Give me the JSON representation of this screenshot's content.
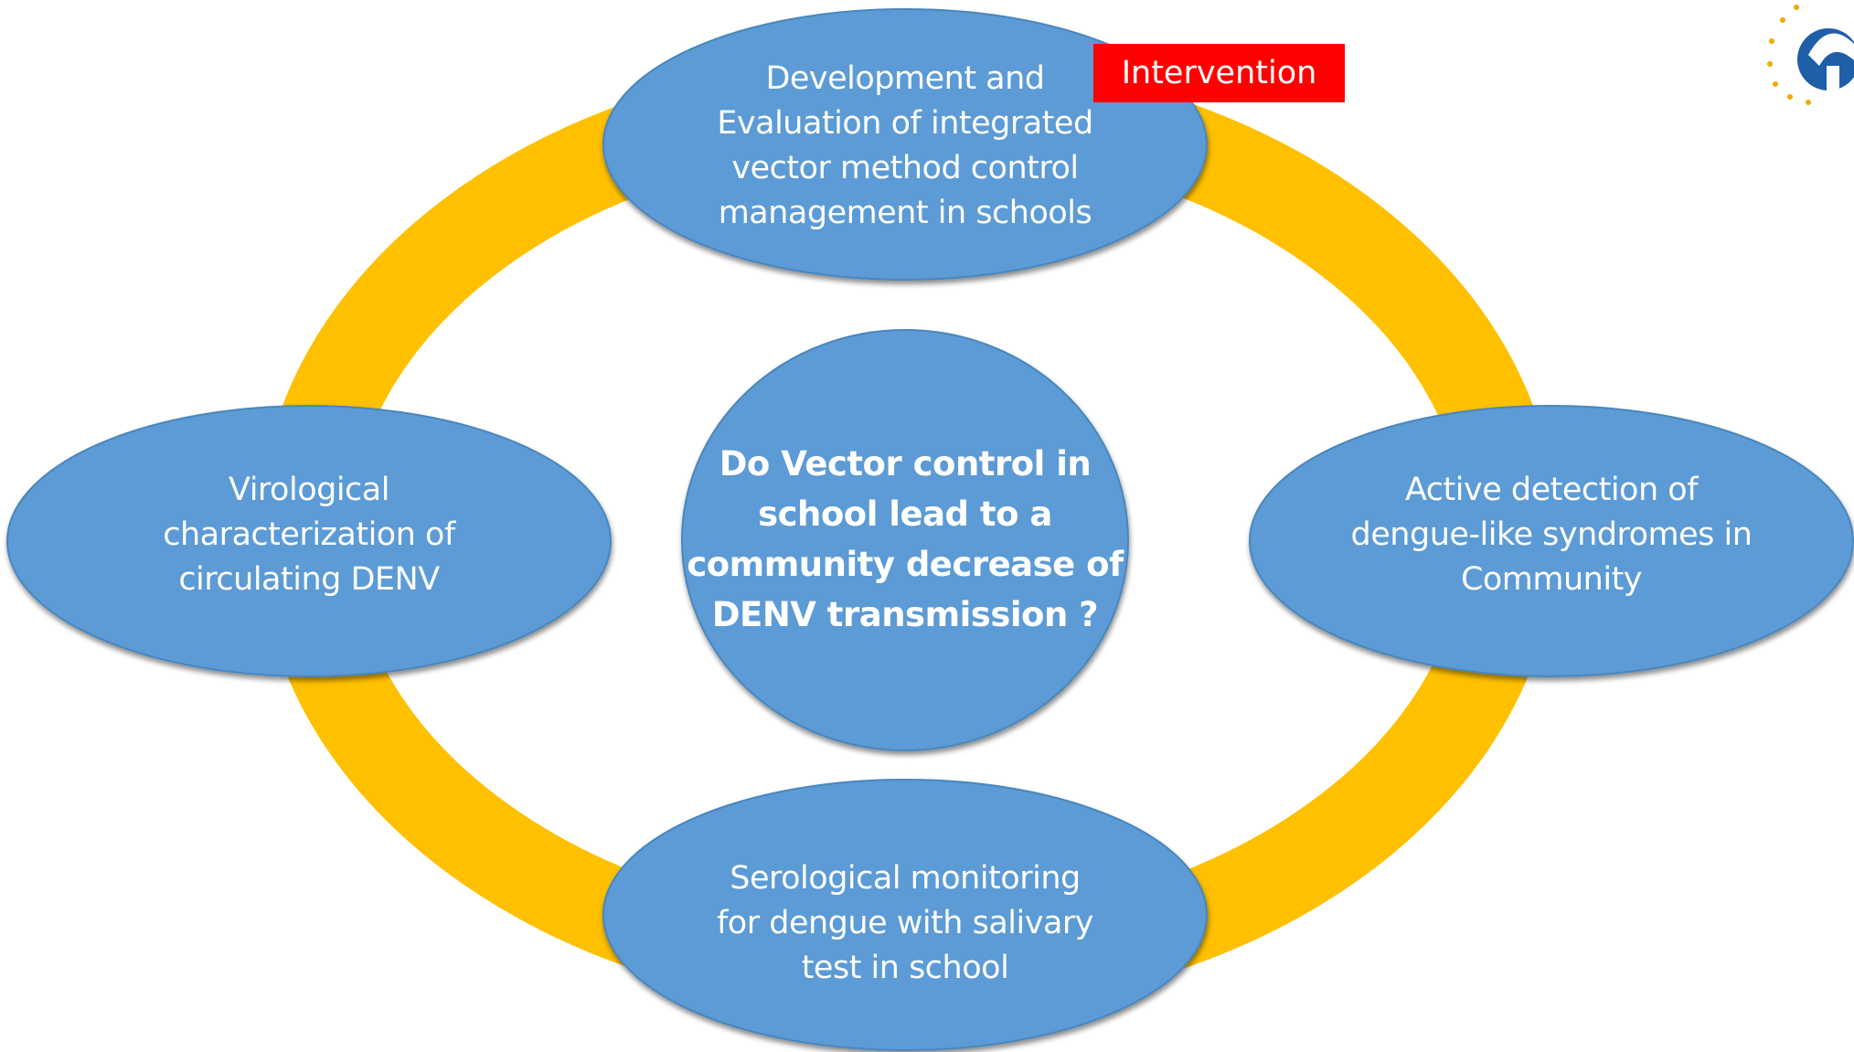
{
  "nodes": {
    "top": "Development and\nEvaluation of integrated\nvector method control\nmanagement in schools",
    "left": "Virological\ncharacterization of\ncirculating DENV",
    "right": "Active detection of\ndengue-like syndromes in\nCommunity",
    "bottom": "Serological monitoring\nfor dengue with salivary\ntest in school",
    "center": "Do Vector control in\nschool lead to a\ncommunity decrease of\nDENV transmission ?"
  },
  "tag": {
    "label": "Intervention"
  },
  "colors": {
    "ring": "#ffc000",
    "node_fill": "#5b9bd5",
    "tag_bg": "#ff0000",
    "text": "#ffffff"
  },
  "logo": {
    "icon": "institution-logo-icon"
  }
}
